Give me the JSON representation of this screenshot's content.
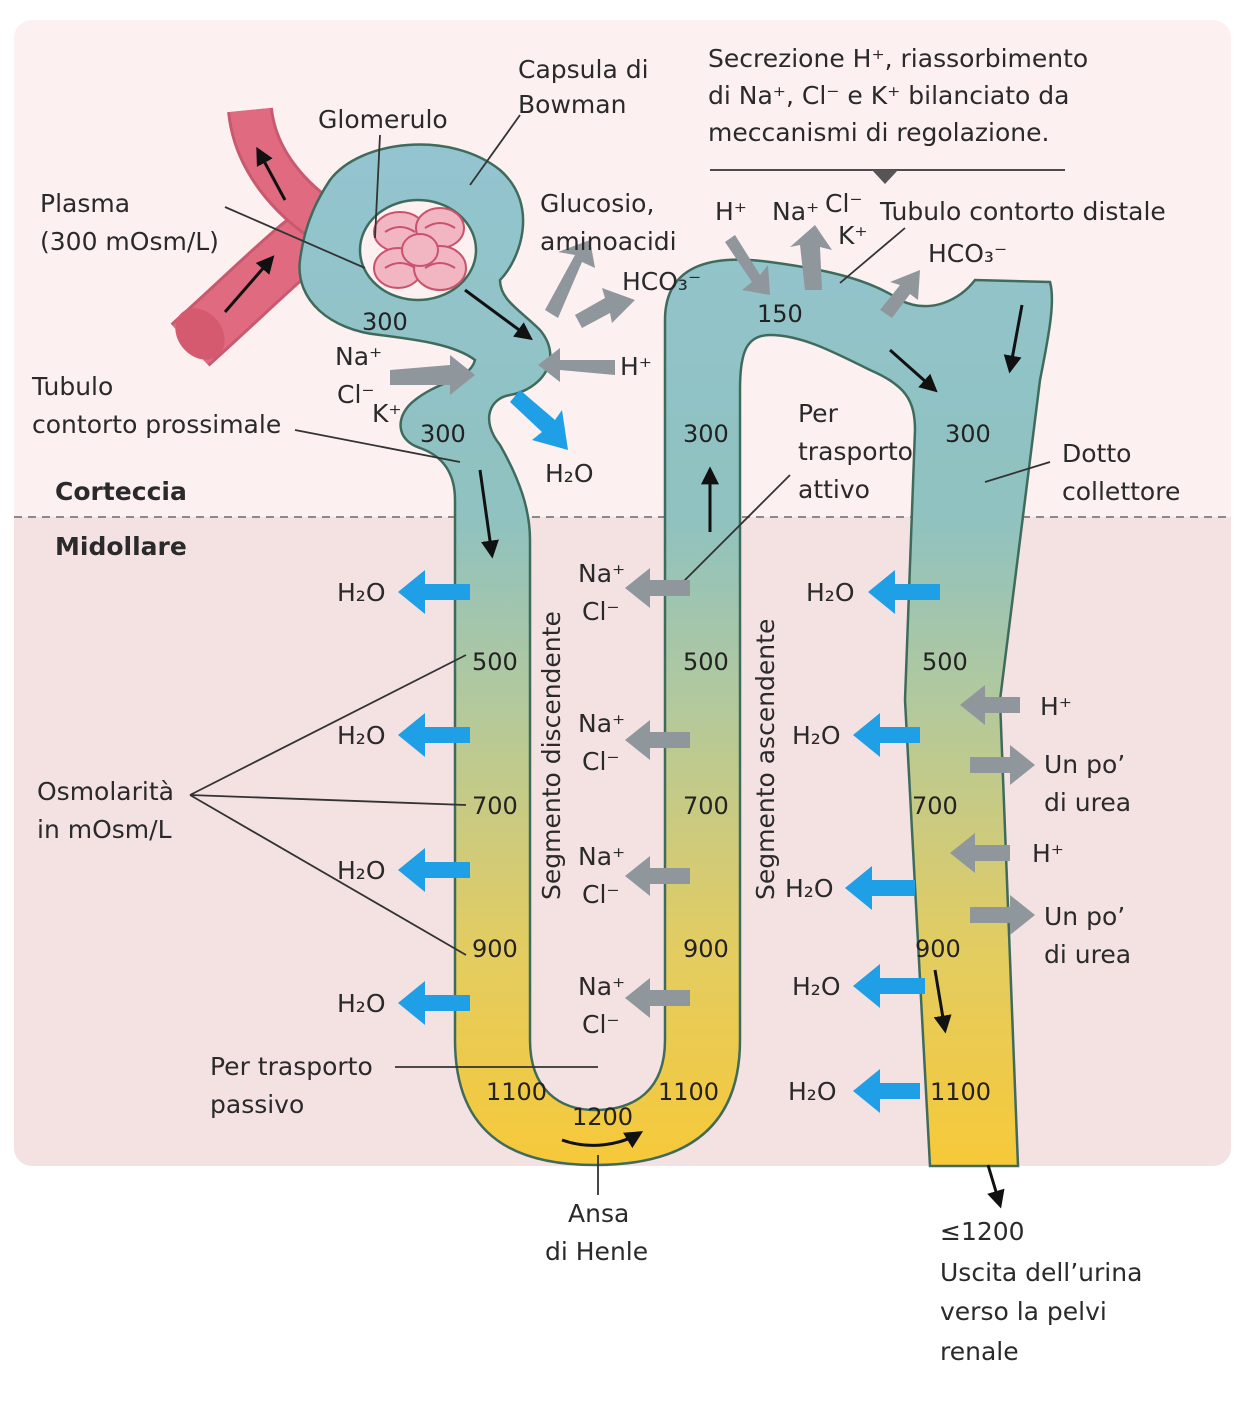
{
  "regions": {
    "cortex": "Corteccia",
    "medulla": "Midollare"
  },
  "labels": {
    "capsule": [
      "Capsula di",
      "Bowman"
    ],
    "glomerulus": "Glomerulo",
    "plasma": [
      "Plasma",
      "(300 mOsm/L)"
    ],
    "proximal": [
      "Tubulo",
      "contorto prossimale"
    ],
    "glucose": [
      "Glucosio,",
      "aminoacidi"
    ],
    "distal": "Tubulo contorto distale",
    "secretion_box": [
      "Secrezione H⁺, riassorbimento",
      "di Na⁺, Cl⁻ e K⁺ bilanciato da",
      "meccanismi di regolazione."
    ],
    "active": [
      "Per",
      "trasporto",
      "attivo"
    ],
    "duct": [
      "Dotto",
      "collettore"
    ],
    "osmolarity": [
      "Osmolarità",
      "in mOsm/L"
    ],
    "descending": "Segmento discendente",
    "ascending": "Segmento ascendente",
    "passive": [
      "Per trasporto",
      "passivo"
    ],
    "henle": [
      "Ansa",
      "di Henle"
    ],
    "urine": [
      "≤1200",
      "Uscita dell’urina",
      "verso la pelvi",
      "renale"
    ],
    "urea": [
      "Un po’",
      "di urea"
    ]
  },
  "ions": {
    "na": "Na⁺",
    "cl": "Cl⁻",
    "k": "K⁺",
    "h": "H⁺",
    "hco3": "HCO₃⁻",
    "h2o": "H₂O"
  },
  "values": {
    "prox1": "300",
    "prox2": "300",
    "distal": "150",
    "asc_top": "300",
    "duct_top": "300",
    "desc_500": "500",
    "desc_700": "700",
    "desc_900": "900",
    "desc_1100": "1100",
    "asc_500": "500",
    "asc_700": "700",
    "asc_900": "900",
    "asc_1100": "1100",
    "duct_500": "500",
    "duct_700": "700",
    "duct_900": "900",
    "duct_1100": "1100",
    "bottom": "1200"
  },
  "colors": {
    "cortex_bg": "#fcf0f1",
    "medulla_bg": "#f4e2e3",
    "tubule_top": "#93c4cf",
    "tubule_bottom": "#f6cb3a",
    "blood": "#e06b81",
    "water_arrow": "#1e9fe6",
    "ion_arrow": "#8f969c"
  }
}
